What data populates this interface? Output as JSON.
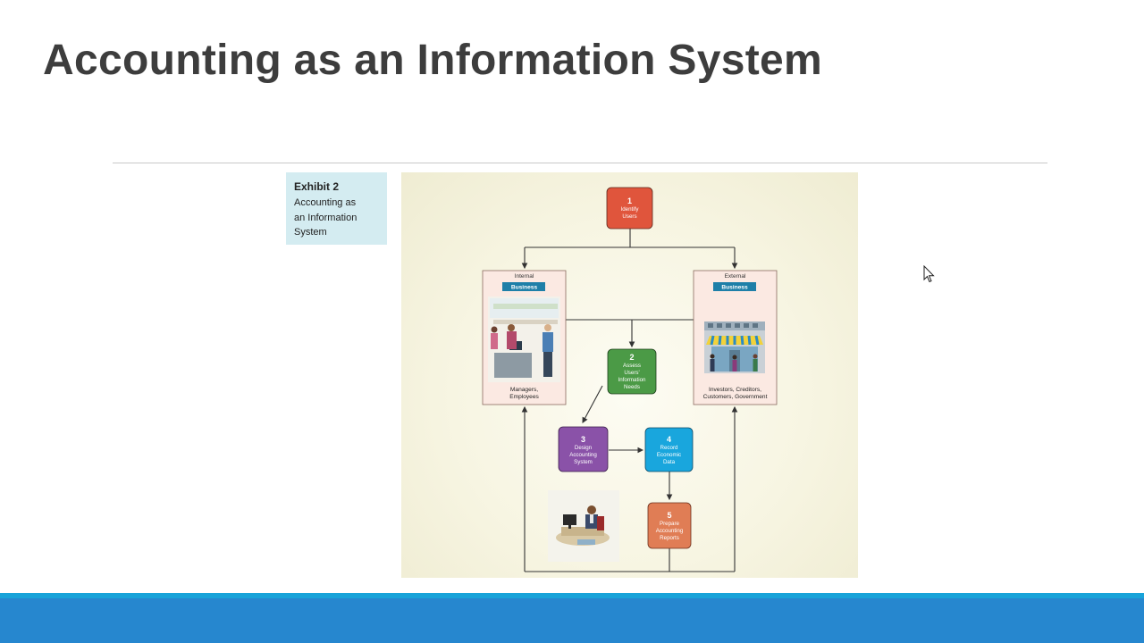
{
  "slide": {
    "title": "Accounting as an Information System"
  },
  "exhibit": {
    "number": "Exhibit 2",
    "title_lines": [
      "Accounting as",
      "an Information",
      "System"
    ]
  },
  "diagram": {
    "steps": [
      {
        "num": "1",
        "lines": [
          "Identify",
          "Users"
        ],
        "color": "#e0553c"
      },
      {
        "num": "2",
        "lines": [
          "Assess",
          "Users'",
          "Information",
          "Needs"
        ],
        "color": "#4b9a46"
      },
      {
        "num": "3",
        "lines": [
          "Design",
          "Accounting",
          "System"
        ],
        "color": "#8a52a8"
      },
      {
        "num": "4",
        "lines": [
          "Record",
          "Economic",
          "Data"
        ],
        "color": "#19a6dd"
      },
      {
        "num": "5",
        "lines": [
          "Prepare",
          "Accounting",
          "Reports"
        ],
        "color": "#e07d55"
      }
    ],
    "internal_panel": {
      "caption": "Internal",
      "tag": "Business",
      "bottom_lines": [
        "Managers,",
        "Employees"
      ]
    },
    "external_panel": {
      "caption": "External",
      "tag": "Business",
      "bottom_lines": [
        "Investors, Creditors,",
        "Customers, Government"
      ]
    },
    "colors": {
      "panel_bg": "#fbe9e2",
      "panel_border": "#8a6b5f",
      "business_tag": "#1e7fa8",
      "line": "#333333"
    }
  },
  "icons": {
    "internal_illustration": "checkout-counter-illustration",
    "external_illustration": "storefront-illustration",
    "accountant_illustration": "accountant-at-desk-illustration",
    "pointer": "mouse-pointer-icon"
  },
  "theme": {
    "title_color": "#3d3d3d",
    "footer_color": "#2687cf",
    "footer_stripe": "#18a3d9"
  }
}
